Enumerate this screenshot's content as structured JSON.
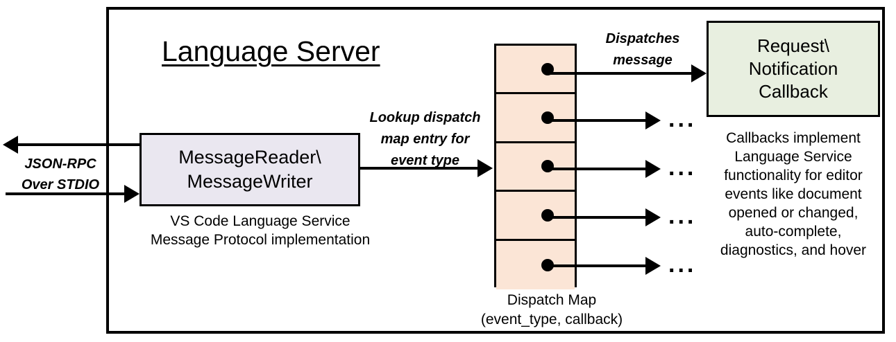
{
  "diagram": {
    "frame_title": "Language Server",
    "left_channel": {
      "label_line1": "JSON-RPC",
      "label_line2": "Over STDIO",
      "outgoing_arrow": "arrow-left-icon",
      "incoming_arrow": "arrow-right-icon"
    },
    "reader_box": {
      "line1": "MessageReader\\",
      "line2": "MessageWriter",
      "caption_line1": "VS Code Language Service",
      "caption_line2": "Message Protocol implementation",
      "fill_color": "#EAE7F0"
    },
    "lookup_label": {
      "line1": "Lookup dispatch",
      "line2": "map entry for",
      "line3": "event type"
    },
    "dispatch_map": {
      "fill_color": "#FBE5D6",
      "caption_line1": "Dispatch Map",
      "caption_line2": "(event_type, callback)",
      "rows": [
        {
          "dot": "entry-dot-icon"
        },
        {
          "dot": "entry-dot-icon"
        },
        {
          "dot": "entry-dot-icon"
        },
        {
          "dot": "entry-dot-icon"
        },
        {
          "dot": "entry-dot-icon"
        }
      ]
    },
    "dispatch_label": {
      "line1": "Dispatches",
      "line2": "message"
    },
    "callback_box": {
      "line1": "Request\\",
      "line2": "Notification",
      "line3": "Callback",
      "fill_color": "#E8EFE0"
    },
    "callback_description": {
      "line1": "Callbacks implement",
      "line2": "Language Service",
      "line3": "functionality for editor",
      "line4": "events like document",
      "line5": "opened or changed,",
      "line6": "auto-complete,",
      "line7": "diagnostics, and hover"
    },
    "ellipses": [
      "...",
      "...",
      "...",
      "..."
    ]
  }
}
